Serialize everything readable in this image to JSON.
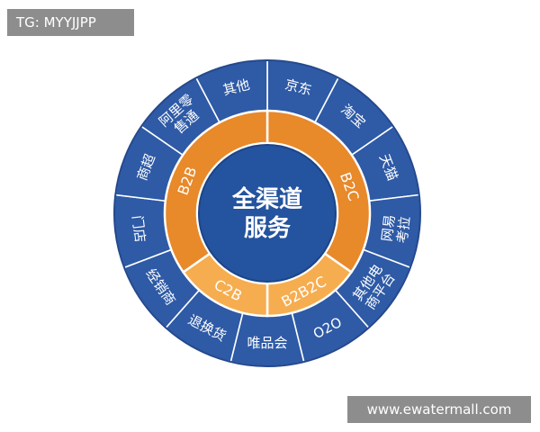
{
  "overlays": {
    "tag": "TG: MYYJJPP",
    "watermark": "www.ewatermall.com"
  },
  "colors": {
    "outer_ring": "#2e5aa6",
    "outer_edge": "#24488c",
    "divider": "#ffffff",
    "mid_light": "#f6ad4f",
    "mid_dark": "#e8892a",
    "center": "#24539f",
    "center_edge": "#1c4587"
  },
  "center": {
    "line1": "全渠道",
    "line2": "服务"
  },
  "middle_ring": [
    {
      "label": "B2C"
    },
    {
      "label": "B2B2C"
    },
    {
      "label": "C2B"
    },
    {
      "label": "B2B"
    }
  ],
  "outer_ring": [
    {
      "line1": "京东",
      "line2": ""
    },
    {
      "line1": "淘宝",
      "line2": ""
    },
    {
      "line1": "天猫",
      "line2": ""
    },
    {
      "line1": "网易",
      "line2": "考拉"
    },
    {
      "line1": "其他电",
      "line2": "商平台"
    },
    {
      "line1": "O2O",
      "line2": ""
    },
    {
      "line1": "唯品会",
      "line2": ""
    },
    {
      "line1": "退换货",
      "line2": ""
    },
    {
      "line1": "经销商",
      "line2": ""
    },
    {
      "line1": "门店",
      "line2": ""
    },
    {
      "line1": "商超",
      "line2": ""
    },
    {
      "line1": "阿里零",
      "line2": "售通"
    },
    {
      "line1": "其他",
      "line2": ""
    }
  ]
}
